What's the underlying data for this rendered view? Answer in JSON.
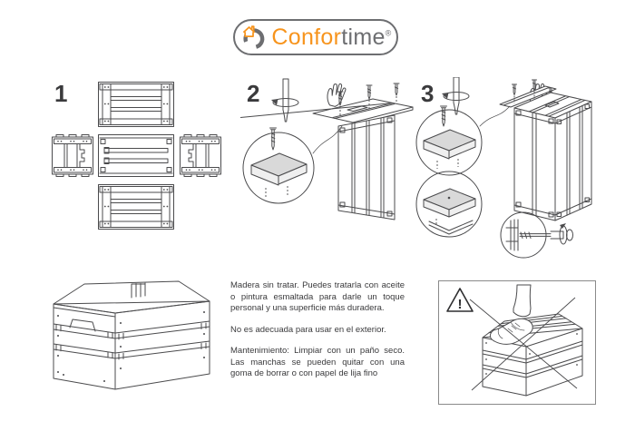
{
  "logo": {
    "brand_prefix": "Confor",
    "brand_suffix": "time",
    "registered_mark": "®",
    "icon": "house-circular-arrow-icon",
    "colors": {
      "orange": "#F7941D",
      "gray": "#6D6E71"
    }
  },
  "steps": {
    "step1": {
      "number": "1"
    },
    "step2": {
      "number": "2"
    },
    "step3": {
      "number": "3"
    }
  },
  "instructions": {
    "paragraphs": [
      "Madera sin tratar. Puedes tratarla con aceite o pintura esmaltada para darle un toque personal y una superficie más duradera.",
      "No es adecuada para usar en el exterior.",
      "Mantenimiento: Limpiar con un paño seco. Las manchas se pueden quitar con una goma de borrar o con papel de lija fino"
    ]
  },
  "warning": {
    "exclamation": "!",
    "icon": "warning-triangle-icon",
    "illustration": "do-not-stand-on-crate"
  },
  "colors": {
    "line_art": "#4B4B4D",
    "board_shade": "#D9D9D9",
    "text": "#3A3A3C",
    "warning_border": "#8A8A8A"
  }
}
